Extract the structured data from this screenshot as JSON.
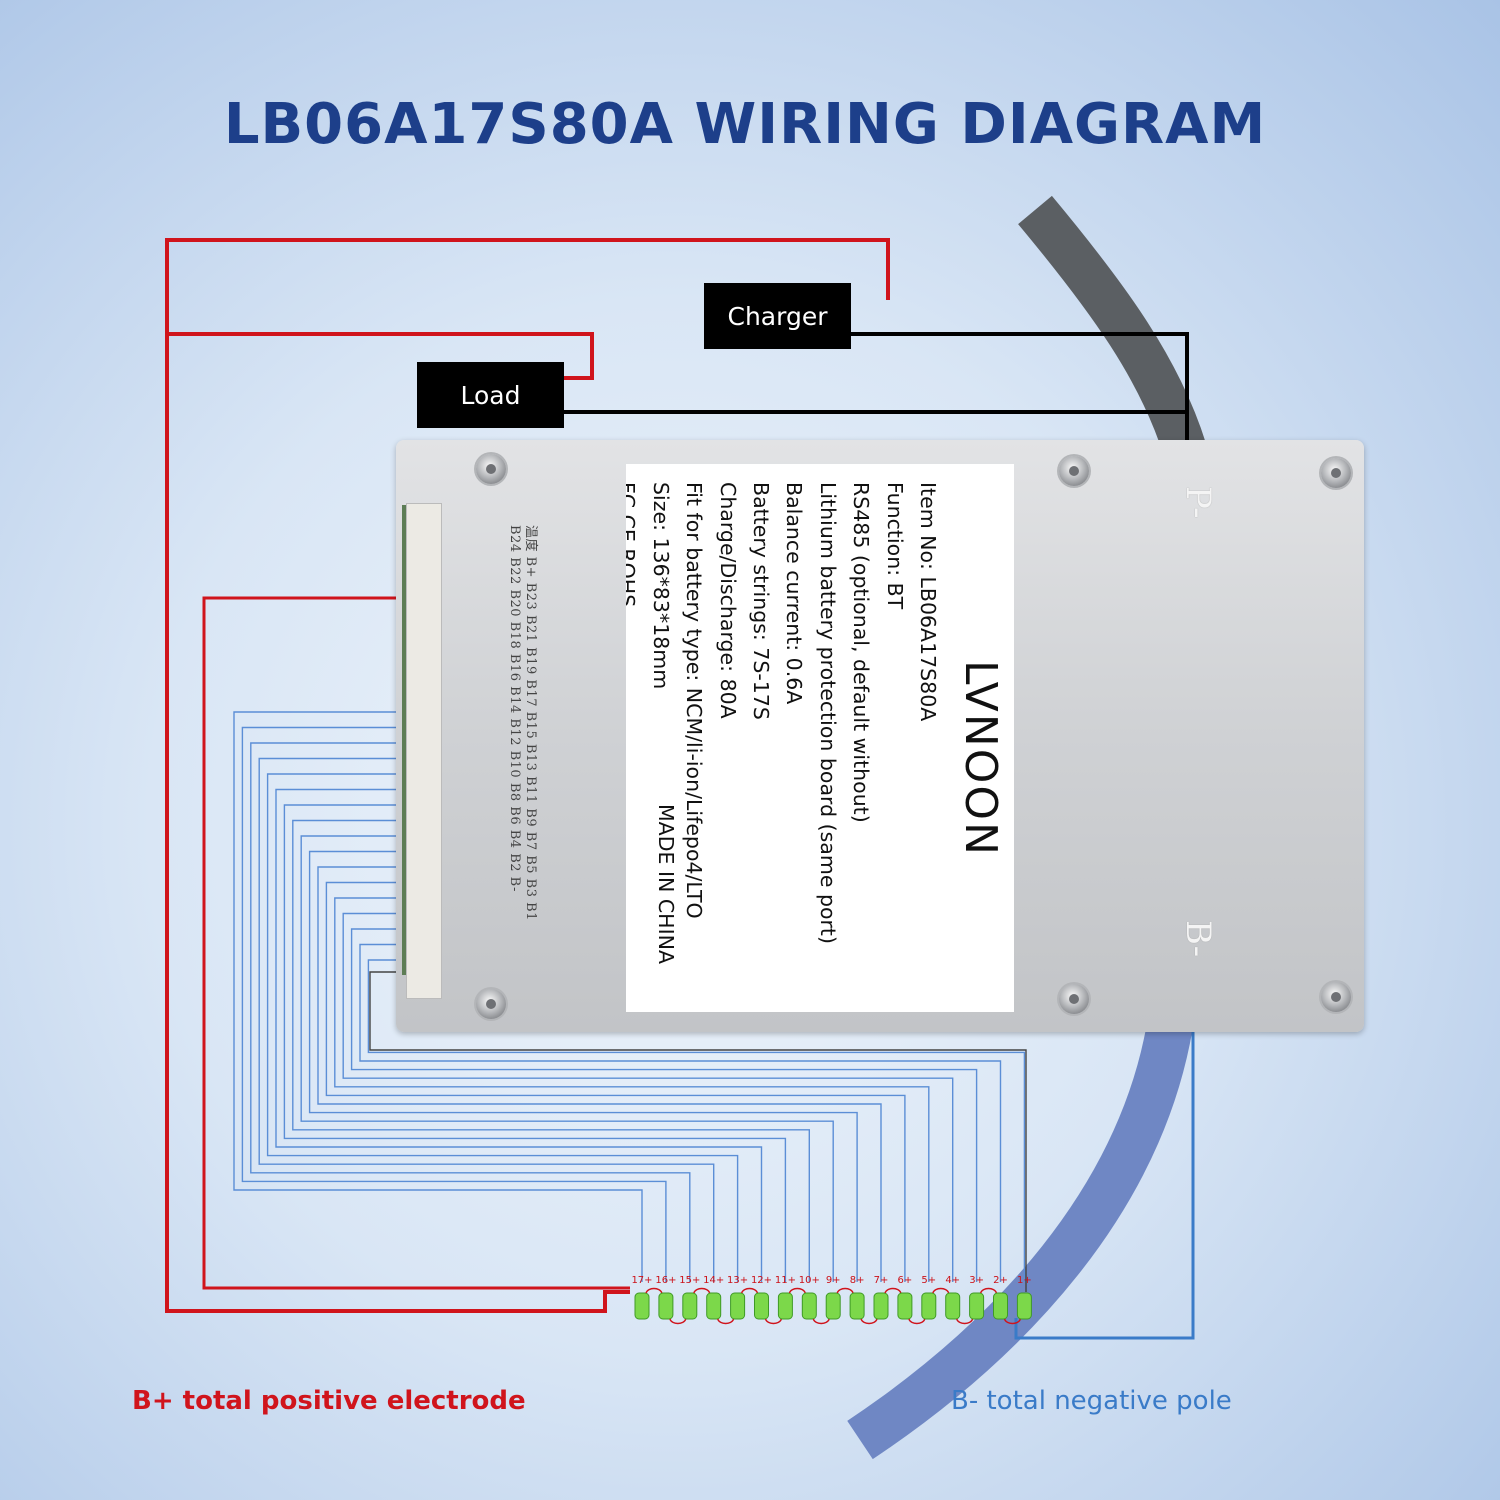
{
  "title": "LB06A17S80A WIRING DIAGRAM",
  "boxes": {
    "charger": "Charger",
    "load": "Load"
  },
  "board": {
    "brand": "LVNOON",
    "specs": [
      "Item No: LB06A17S80A",
      "Function: BT",
      "RS485 (optional, default without)",
      "Lithium battery protection board (same port)",
      "Balance current: 0.6A",
      "Battery strings: 7S-17S",
      "Charge/Discharge: 80A",
      "Fit for battery type: NCM/li-ion/Lifepo4/LTO",
      "Size: 136*83*18mm",
      "FC CE ROHS"
    ],
    "made_in": "MADE IN CHINA",
    "p_minus": "P-",
    "b_minus": "B-",
    "pin_row_top": "温度 B+ B23 B21 B19 B17 B15 B13 B11 B9 B7 B5 B3 B1",
    "pin_row_bottom": "B24 B22 B20 B18 B16 B14 B12 B10 B8 B6 B4 B2 B-"
  },
  "cells": [
    "17+",
    "16+",
    "15+",
    "14+",
    "13+",
    "12+",
    "11+",
    "10+",
    "9+",
    "8+",
    "7+",
    "6+",
    "5+",
    "4+",
    "3+",
    "2+",
    "1+"
  ],
  "captions": {
    "positive": "B+ total positive electrode",
    "negative": "B- total negative pole"
  },
  "colors": {
    "positive": "#d0141c",
    "negative": "#3a7bc8",
    "balance": "#5b8ed6",
    "title": "#1d3f8a"
  }
}
